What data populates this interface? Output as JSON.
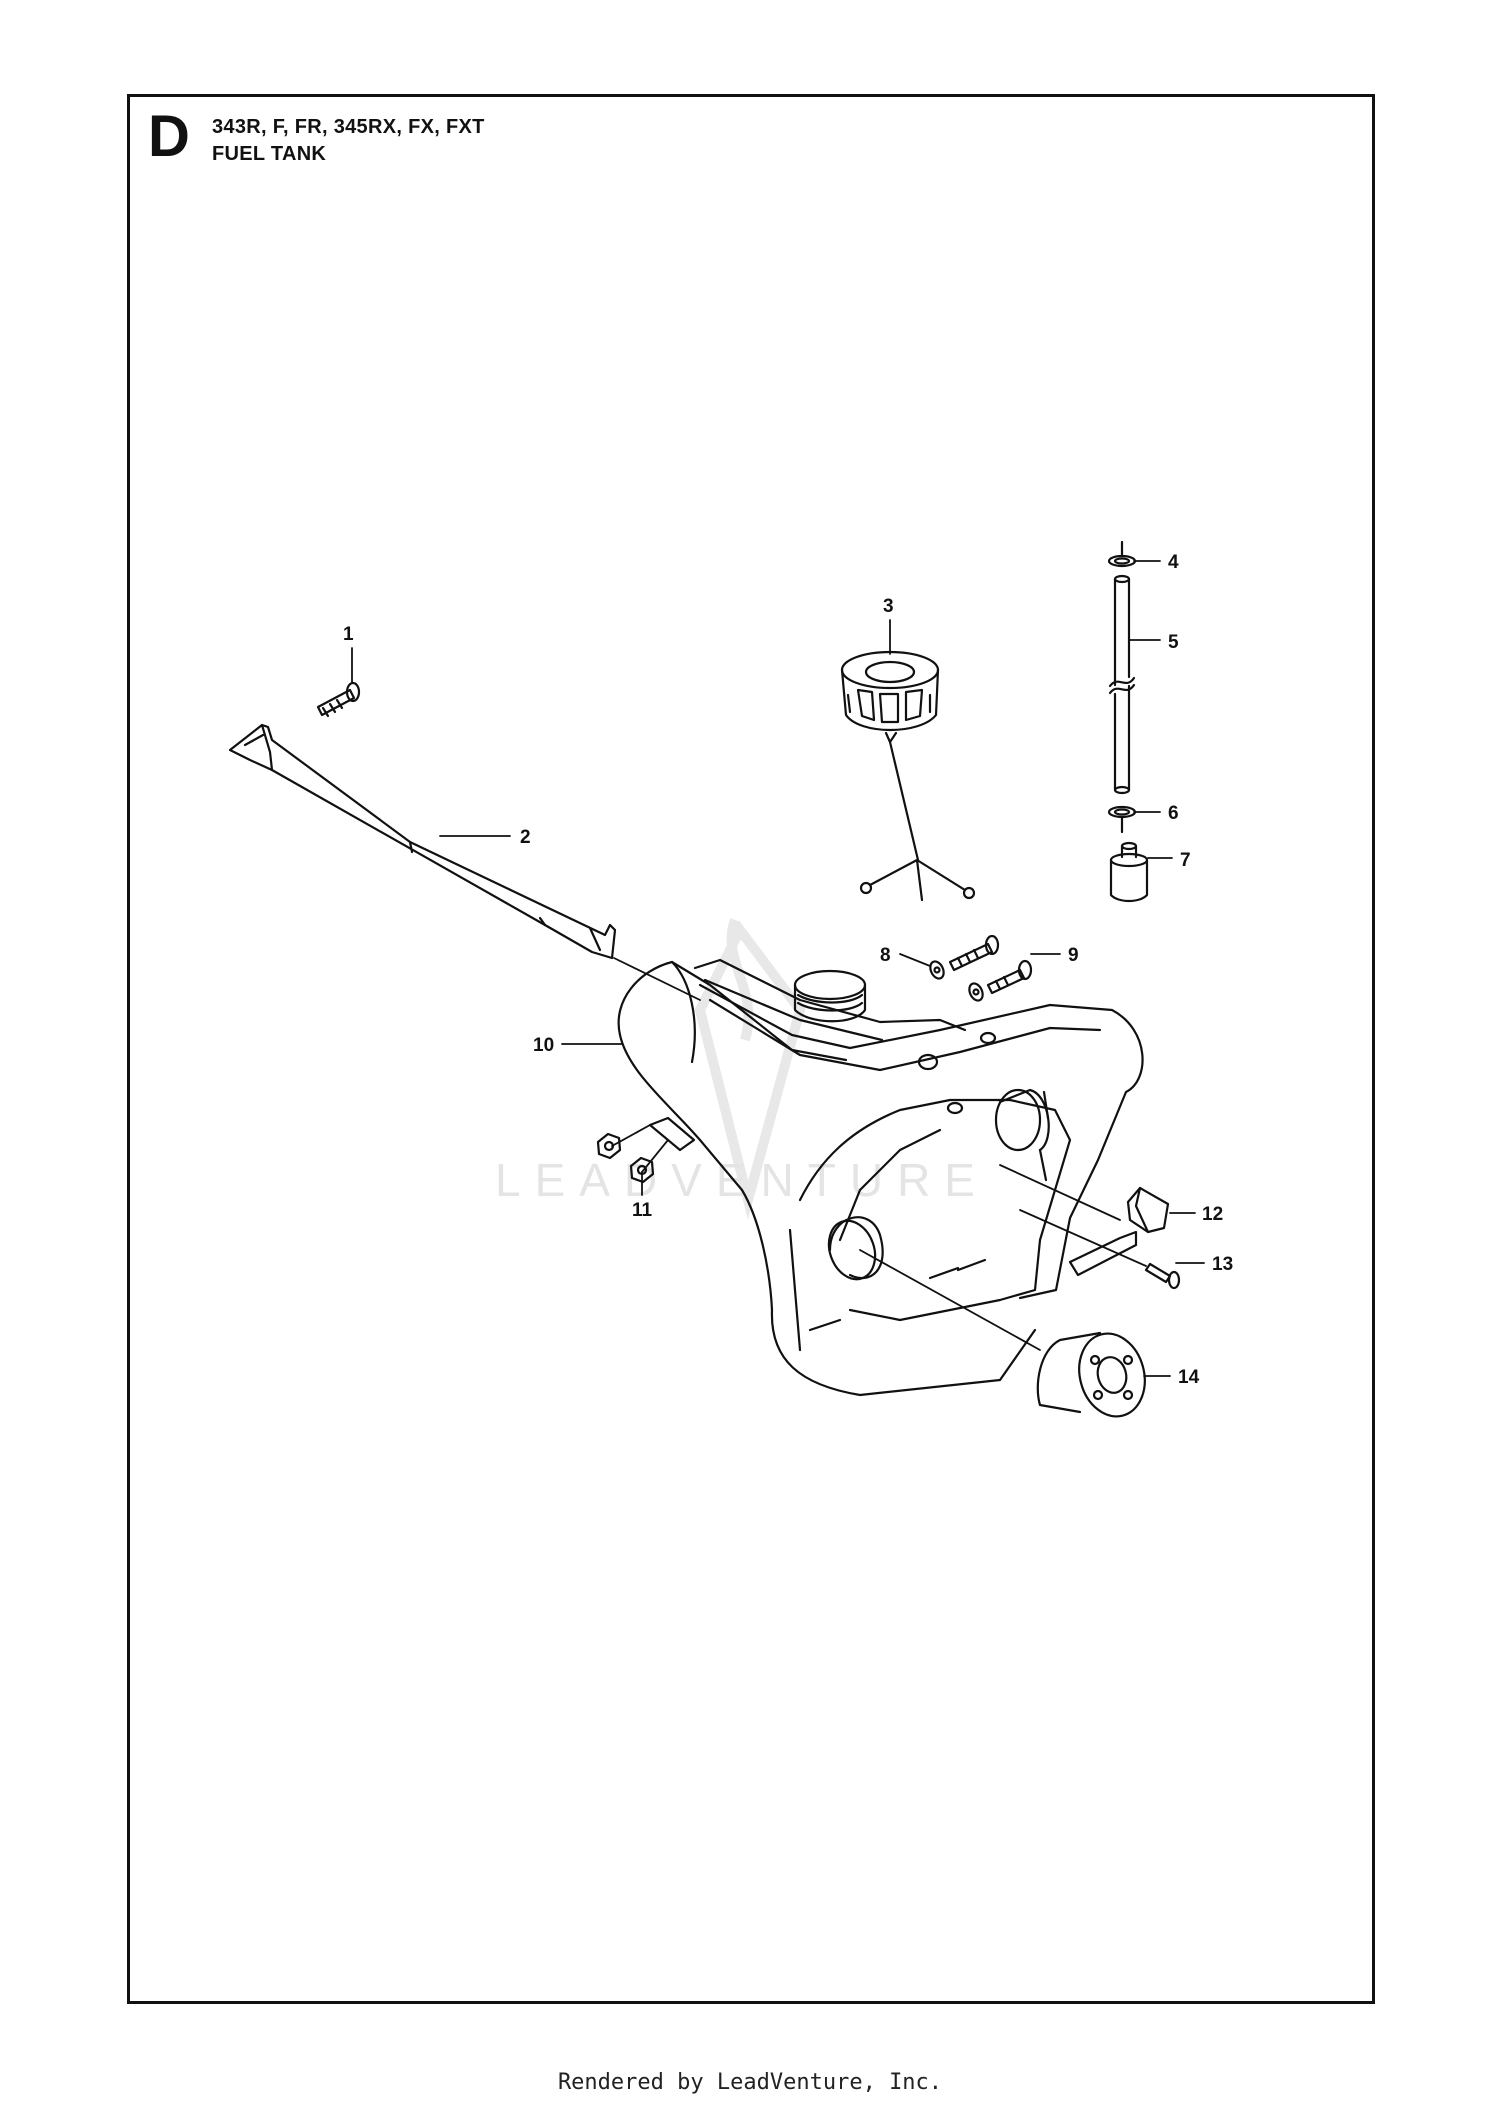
{
  "header": {
    "section_letter": "D",
    "models": "343R, F, FR, 345RX, FX, FXT",
    "title": "FUEL TANK"
  },
  "watermark": {
    "text": "LEADVENTURE"
  },
  "callouts": [
    "1",
    "2",
    "3",
    "4",
    "5",
    "6",
    "7",
    "8",
    "9",
    "10",
    "11",
    "12",
    "13",
    "14"
  ],
  "footer": {
    "text": "Rendered by LeadVenture, Inc."
  },
  "colors": {
    "line": "#111111",
    "watermark": "#e2e2e2",
    "background": "#ffffff"
  }
}
